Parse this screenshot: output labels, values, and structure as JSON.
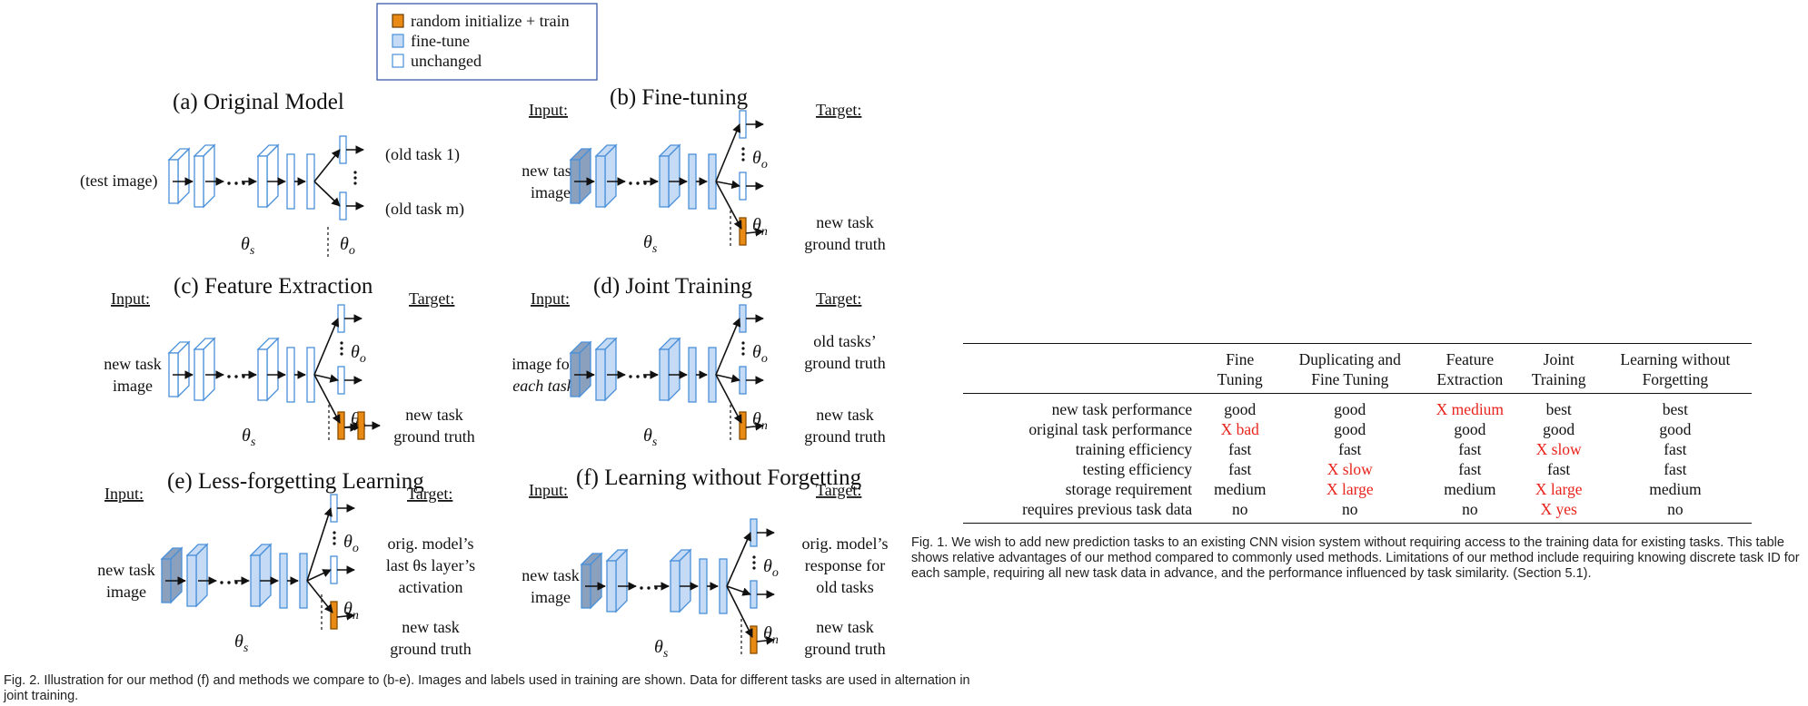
{
  "legend": {
    "items": [
      {
        "label": "random initialize + train",
        "color": "#e88a13"
      },
      {
        "label": "fine-tune",
        "color": "#c5daf5"
      },
      {
        "label": "unchanged",
        "color": "#ffffff"
      }
    ]
  },
  "panels": {
    "a": {
      "title": "(a) Original Model",
      "left_label": "(test image)",
      "out1": "(old task 1)",
      "out2": "(old task m)"
    },
    "b": {
      "title": "(b) Fine-tuning",
      "input_label": "Input:",
      "target_label": "Target:",
      "input_lines": [
        "new task",
        "image"
      ],
      "target_lines": [
        "new task",
        "ground truth"
      ]
    },
    "c": {
      "title": "(c) Feature Extraction",
      "input_label": "Input:",
      "target_label": "Target:",
      "input_lines": [
        "new task",
        "image"
      ],
      "target_lines": [
        "new task",
        "ground truth"
      ]
    },
    "d": {
      "title": "(d) Joint Training",
      "input_label": "Input:",
      "target_label": "Target:",
      "input_lines": [
        "image for",
        "each task"
      ],
      "target_lines": [
        "old tasks’",
        "ground truth",
        "new task",
        "ground truth"
      ]
    },
    "e": {
      "title": "(e) Less-forgetting Learning",
      "input_label": "Input:",
      "target_label": "Target:",
      "input_lines": [
        "new task",
        "image"
      ],
      "target_lines": [
        "orig. model’s",
        "last θs layer’s",
        "activation",
        "new task",
        "ground truth"
      ]
    },
    "f": {
      "title": "(f) Learning without Forgetting",
      "input_label": "Input:",
      "target_label": "Target:",
      "input_lines": [
        "new task",
        "image"
      ],
      "target_lines": [
        "orig. model’s",
        "response for",
        "old tasks",
        "new task",
        "ground truth"
      ]
    }
  },
  "symbols": {
    "theta": "θ",
    "s": "s",
    "o": "o",
    "n": "n"
  },
  "table": {
    "headers": [
      [
        "Fine",
        "Tuning"
      ],
      [
        "Duplicating and",
        "Fine Tuning"
      ],
      [
        "Feature",
        "Extraction"
      ],
      [
        "Joint",
        "Training"
      ],
      [
        "Learning without",
        "Forgetting"
      ]
    ],
    "rows": [
      {
        "label": "new task performance",
        "cells": [
          {
            "text": "good",
            "bad": false
          },
          {
            "text": "good",
            "bad": false
          },
          {
            "text": "X medium",
            "bad": true
          },
          {
            "text": "best",
            "bad": false
          },
          {
            "text": "best",
            "bad": false
          }
        ]
      },
      {
        "label": "original task performance",
        "cells": [
          {
            "text": "X bad",
            "bad": true
          },
          {
            "text": "good",
            "bad": false
          },
          {
            "text": "good",
            "bad": false
          },
          {
            "text": "good",
            "bad": false
          },
          {
            "text": "good",
            "bad": false
          }
        ]
      },
      {
        "label": "training efficiency",
        "cells": [
          {
            "text": "fast",
            "bad": false
          },
          {
            "text": "fast",
            "bad": false
          },
          {
            "text": "fast",
            "bad": false
          },
          {
            "text": "X slow",
            "bad": true
          },
          {
            "text": "fast",
            "bad": false
          }
        ]
      },
      {
        "label": "testing efficiency",
        "cells": [
          {
            "text": "fast",
            "bad": false
          },
          {
            "text": "X slow",
            "bad": true
          },
          {
            "text": "fast",
            "bad": false
          },
          {
            "text": "fast",
            "bad": false
          },
          {
            "text": "fast",
            "bad": false
          }
        ]
      },
      {
        "label": "storage requirement",
        "cells": [
          {
            "text": "medium",
            "bad": false
          },
          {
            "text": "X large",
            "bad": true
          },
          {
            "text": "medium",
            "bad": false
          },
          {
            "text": "X large",
            "bad": true
          },
          {
            "text": "medium",
            "bad": false
          }
        ]
      },
      {
        "label": "requires previous task data",
        "cells": [
          {
            "text": "no",
            "bad": false
          },
          {
            "text": "no",
            "bad": false
          },
          {
            "text": "no",
            "bad": false
          },
          {
            "text": "X yes",
            "bad": true
          },
          {
            "text": "no",
            "bad": false
          }
        ]
      }
    ]
  },
  "captions": {
    "fig1": "Fig. 1. We wish to add new prediction tasks to an existing CNN vision system without requiring access to the training data for existing tasks. This table shows relative advantages of our method compared to commonly used methods. Limitations of our method include requiring knowing discrete task ID for each sample, requiring all new task data in advance, and the performance influenced by task similarity. (Section 5.1).",
    "fig2": "Fig. 2. Illustration for our method (f) and methods we compare to (b-e). Images and labels used in training are shown. Data for different tasks are used in alternation in joint training."
  },
  "colors": {
    "orange": "#e88a13",
    "blue_fill": "#c5daf5",
    "stroke": "#4a90d9",
    "dark_fill": "#8aa0bd",
    "red": "#e8241c"
  }
}
